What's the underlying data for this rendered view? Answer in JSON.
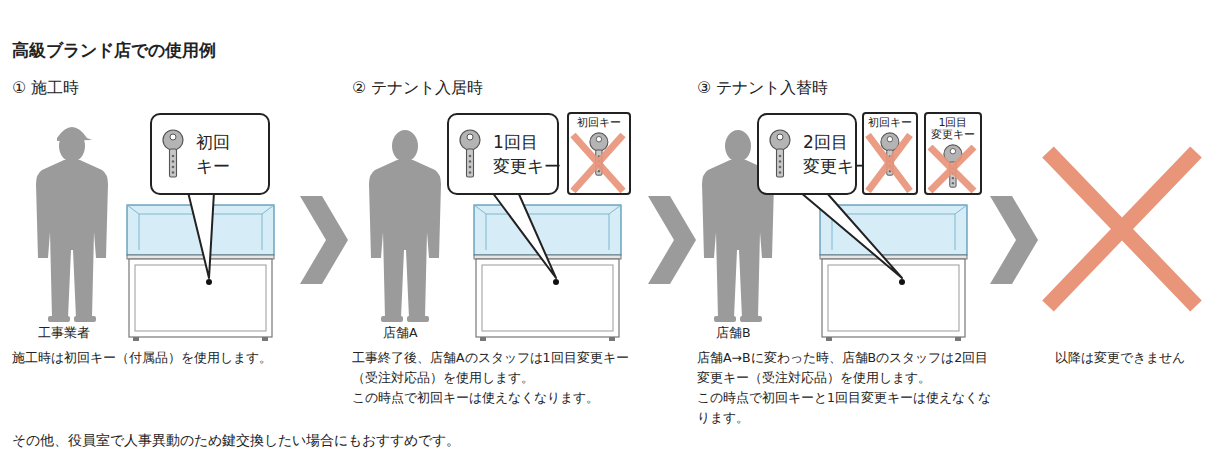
{
  "diagram": {
    "title": "高級ブランド店での使用例",
    "nodes": [
      {
        "text": [
          "初回 キー"
        ]
      },
      {
        "text": [
          "1回目 変更キー"
        ]
      },
      {
        "text": [
          "初回キー"
        ]
      },
      {
        "text": [
          "2回目 変更キー"
        ]
      },
      {
        "text": [
          "初回キー"
        ]
      },
      {
        "text": [
          "1回目 変更キー"
        ]
      }
    ],
    "labels": [
      "① 施工時",
      "② テナント入居時",
      "③ テナント入替時",
      "工事業者",
      "店舗A",
      "店舗B",
      "施工時は初回キー（付属品）を使用します。",
      "工事終了後、店舗Aのスタッフは1回目変更キー（受注対応品）を使用します。",
      "この時点で初回キーは使えなくなります。",
      "店舗A→Bに変わった時、店舗Bのスタッフは2回目変更キー（受注対応品）を使用します。",
      "この時点で初回キーと1回目変更キーは使えなくなります。",
      "以降は変更できません",
      "その他、役員室で人事異動のため鍵交換したい場合にもおすすめです。"
    ]
  }
}
